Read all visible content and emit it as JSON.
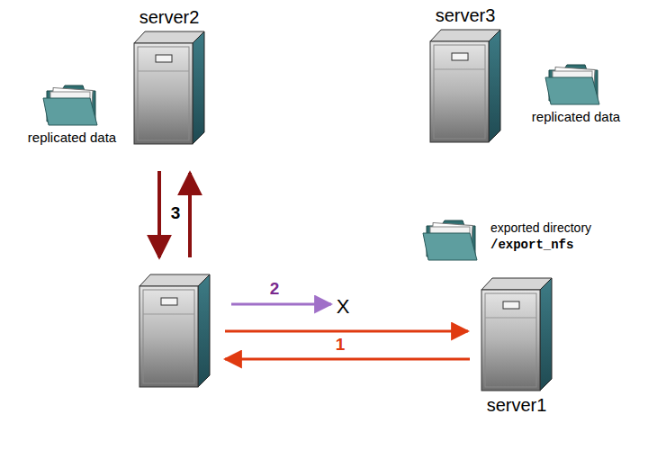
{
  "diagram": {
    "nodes": [
      {
        "text": [
          "server2"
        ]
      },
      {
        "text": [
          "server3"
        ]
      },
      {
        "text": [
          "server1"
        ]
      }
    ],
    "labels": [
      "replicated data",
      "replicated data",
      "exported directory",
      "/export_nfs",
      "3",
      "2",
      "X",
      "1"
    ]
  }
}
